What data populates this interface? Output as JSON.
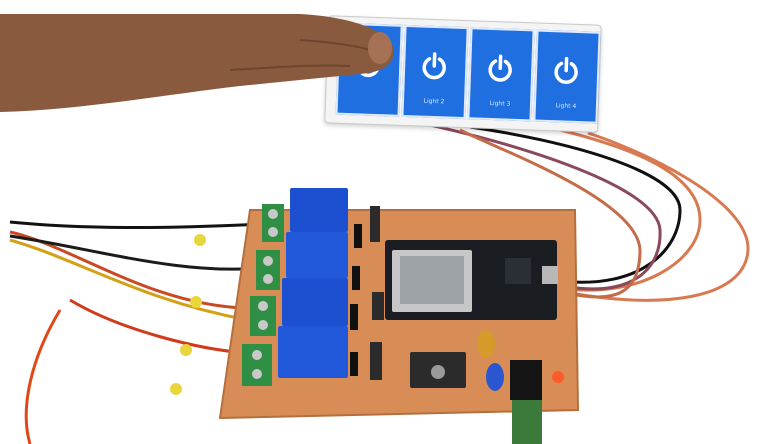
{
  "scene": {
    "subject": "ESP32 four-channel relay board with capacitive touch switch panel",
    "touch_panel": {
      "keys": [
        {
          "label": "",
          "icon": "power-icon"
        },
        {
          "label": "Light 2",
          "icon": "power-icon"
        },
        {
          "label": "Light 3",
          "icon": "power-icon"
        },
        {
          "label": "Light 4",
          "icon": "power-icon"
        }
      ]
    },
    "colors": {
      "background": "#ffffff",
      "pcb": "#d98d56",
      "relay": "#1d4fd1",
      "terminal": "#2f8f45",
      "touch_key": "#1f6fe0",
      "esp_board": "#1a1d22",
      "led": "#e8d63c"
    }
  }
}
